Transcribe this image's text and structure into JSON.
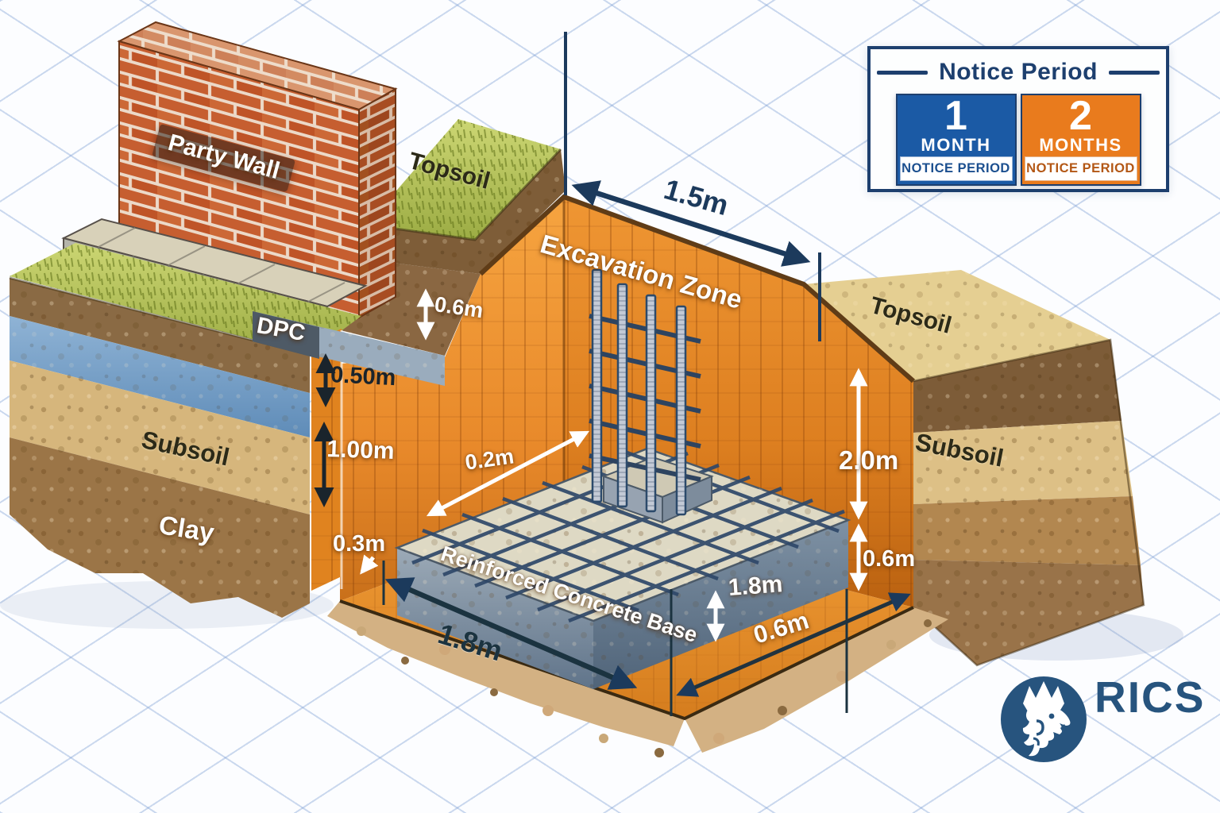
{
  "labels": {
    "party_wall": "Party Wall",
    "topsoil_left": "Topsoil",
    "topsoil_right": "Topsoil",
    "dpc": "DPC",
    "subsoil_left": "Subsoil",
    "subsoil_right": "Subsoil",
    "clay": "Clay",
    "excavation_zone": "Excavation Zone",
    "concrete_base": "Reinforced Concrete Base"
  },
  "dimensions": {
    "excavation_distance": "1.5m",
    "foundation_depth": "0.6m",
    "upper_depth": "0.50m",
    "lower_depth": "1.00m",
    "clearance": "0.2m",
    "edge_offset": "0.3m",
    "base_width": "1.8m",
    "pit_depth": "2.0m",
    "below_base_depth": "0.6m",
    "base_thickness": "1.8m",
    "floor_strip_width": "0.6m"
  },
  "legend": {
    "title": "Notice Period",
    "cards": [
      {
        "value": "1",
        "unit": "MONTH",
        "caption": "NOTICE PERIOD",
        "color": "#1b5aa5",
        "caption_color": "#1b4f8f"
      },
      {
        "value": "2",
        "unit": "MONTHS",
        "caption": "NOTICE PERIOD",
        "color": "#e97b1d",
        "caption_color": "#b35715"
      }
    ]
  },
  "brand": {
    "name": "RICS"
  },
  "colors": {
    "dimension_navy": "#1c3a5c",
    "excavation_orange": "#e8872a",
    "concrete_gray": "#7c8fa2",
    "grid_blue": "#9db6dc"
  }
}
